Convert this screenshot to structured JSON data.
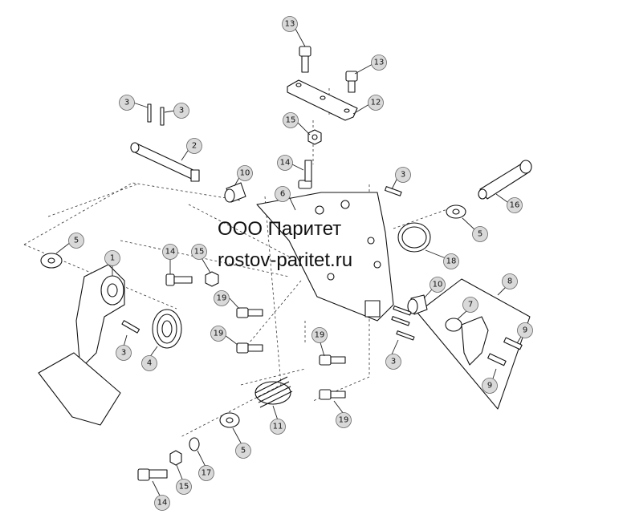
{
  "watermark": {
    "company": "ООО Паритет",
    "site": "rostov-paritet.ru"
  },
  "callouts": [
    {
      "id": "c13a",
      "label": "13"
    },
    {
      "id": "c13b",
      "label": "13"
    },
    {
      "id": "c12",
      "label": "12"
    },
    {
      "id": "c15a",
      "label": "15"
    },
    {
      "id": "c14a",
      "label": "14"
    },
    {
      "id": "c3a",
      "label": "3"
    },
    {
      "id": "c3b",
      "label": "3"
    },
    {
      "id": "c2",
      "label": "2"
    },
    {
      "id": "c10a",
      "label": "10"
    },
    {
      "id": "c6",
      "label": "6"
    },
    {
      "id": "c3c",
      "label": "3"
    },
    {
      "id": "c16",
      "label": "16"
    },
    {
      "id": "c5a",
      "label": "5"
    },
    {
      "id": "c5b",
      "label": "5"
    },
    {
      "id": "c18",
      "label": "18"
    },
    {
      "id": "c1",
      "label": "1"
    },
    {
      "id": "c14b",
      "label": "14"
    },
    {
      "id": "c15b",
      "label": "15"
    },
    {
      "id": "c8",
      "label": "8"
    },
    {
      "id": "c10b",
      "label": "10"
    },
    {
      "id": "c7",
      "label": "7"
    },
    {
      "id": "c19a",
      "label": "19"
    },
    {
      "id": "c19b",
      "label": "19"
    },
    {
      "id": "c19c",
      "label": "19"
    },
    {
      "id": "c9a",
      "label": "9"
    },
    {
      "id": "c9b",
      "label": "9"
    },
    {
      "id": "c3d",
      "label": "3"
    },
    {
      "id": "c4",
      "label": "4"
    },
    {
      "id": "c3e",
      "label": "3"
    },
    {
      "id": "c19d",
      "label": "19"
    },
    {
      "id": "c11",
      "label": "11"
    },
    {
      "id": "c5c",
      "label": "5"
    },
    {
      "id": "c17",
      "label": "17"
    },
    {
      "id": "c15c",
      "label": "15"
    },
    {
      "id": "c14c",
      "label": "14"
    }
  ]
}
